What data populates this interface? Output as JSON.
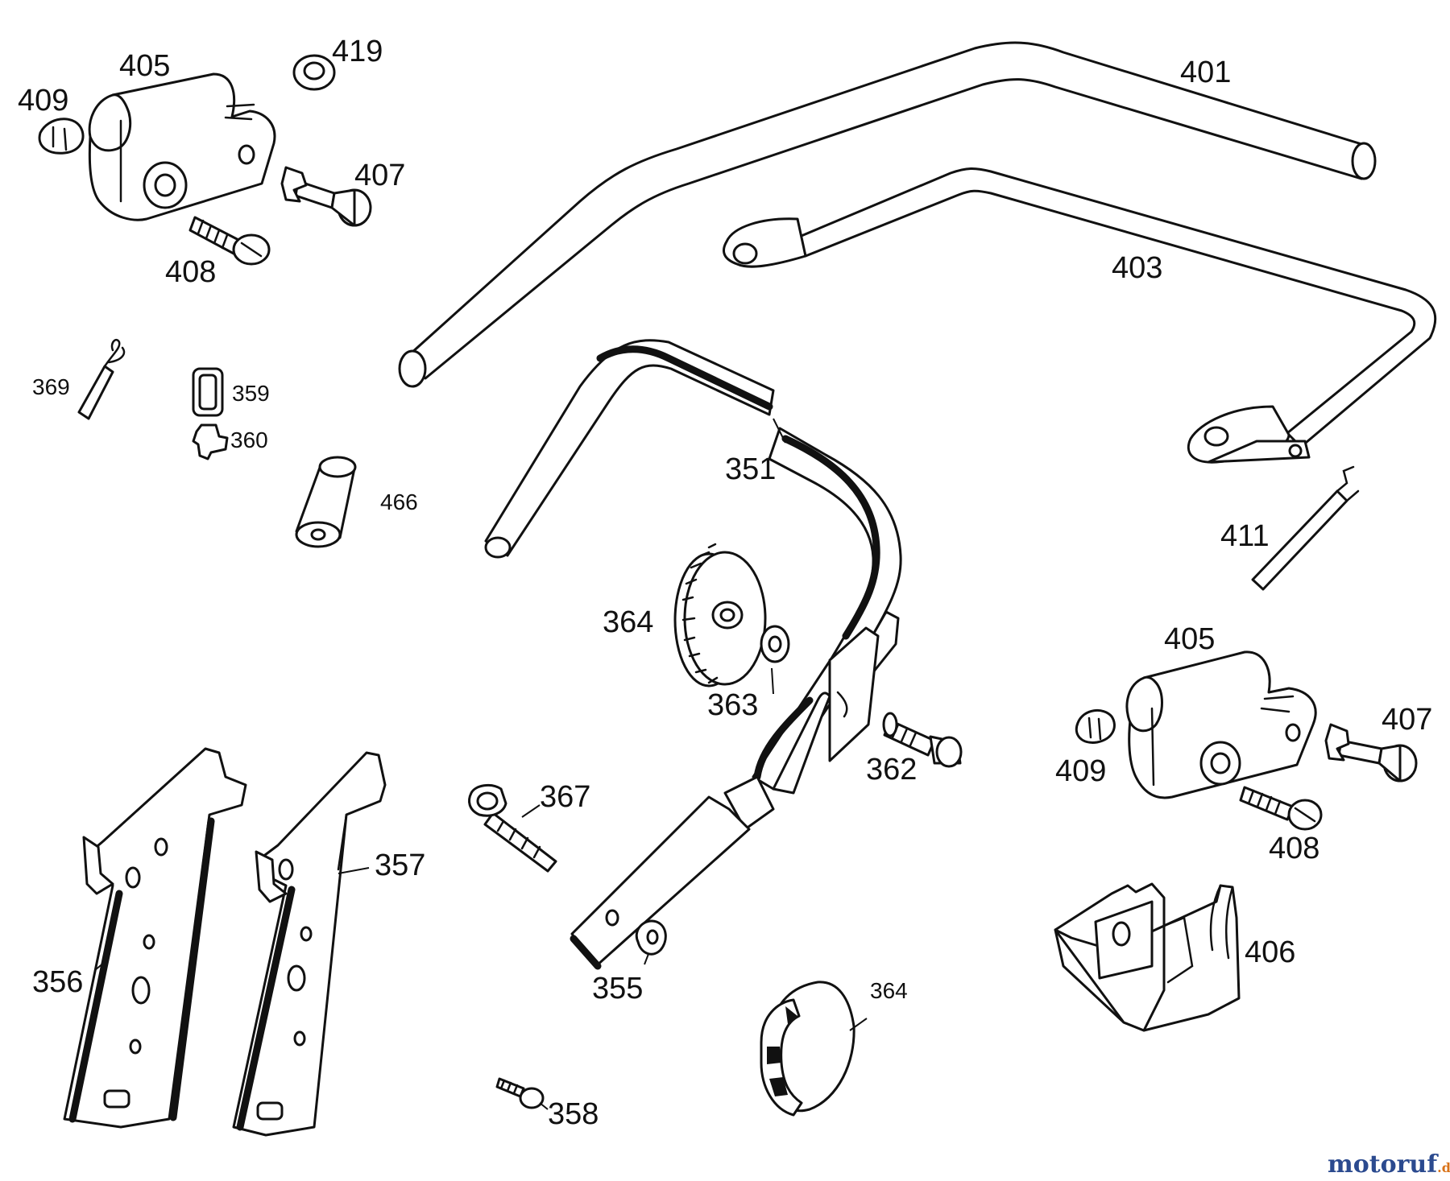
{
  "labels": {
    "p401": "401",
    "p403": "403",
    "p405_top": "405",
    "p419": "419",
    "p409_top": "409",
    "p407_top": "407",
    "p408_top": "408",
    "p369": "369",
    "p359": "359",
    "p360": "360",
    "p466": "466",
    "p351": "351",
    "p364_gear": "364",
    "p363": "363",
    "p411": "411",
    "p405_right": "405",
    "p407_right": "407",
    "p409_right": "409",
    "p408_right": "408",
    "p362": "362",
    "p367": "367",
    "p357": "357",
    "p356": "356",
    "p355": "355",
    "p406": "406",
    "p364_knob": "364",
    "p358": "358"
  },
  "watermark": {
    "main": "motoruf",
    "suffix": ".de",
    "main_color": "#2b4a8f",
    "suffix_color": "#d9731a"
  }
}
